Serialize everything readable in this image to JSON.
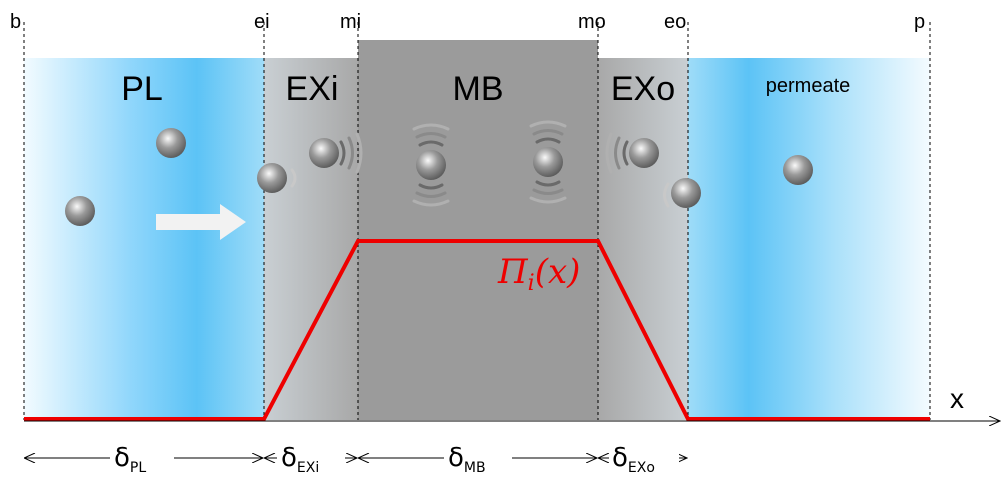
{
  "boundaries": {
    "b": "b",
    "ei": "ei",
    "mi": "mi",
    "mo": "mo",
    "eo": "eo",
    "p": "p"
  },
  "regions": {
    "pl": "PL",
    "exi": "EXi",
    "mb": "MB",
    "exo": "EXo",
    "permeate": "permeate"
  },
  "curve": {
    "symbol": "Π",
    "subscript": "i",
    "argument": "(x)",
    "color": "#ee0000"
  },
  "axis": {
    "label": "x"
  },
  "thickness": {
    "symbol": "δ",
    "pl": "PL",
    "exi": "EXi",
    "mb": "MB",
    "exo": "EXo"
  },
  "colors": {
    "feed_blue": "#5fc3f5",
    "membrane_gray": "#9a9a9a",
    "exchange_gray": "#bcbcbc",
    "profile_red": "#ee0000"
  }
}
